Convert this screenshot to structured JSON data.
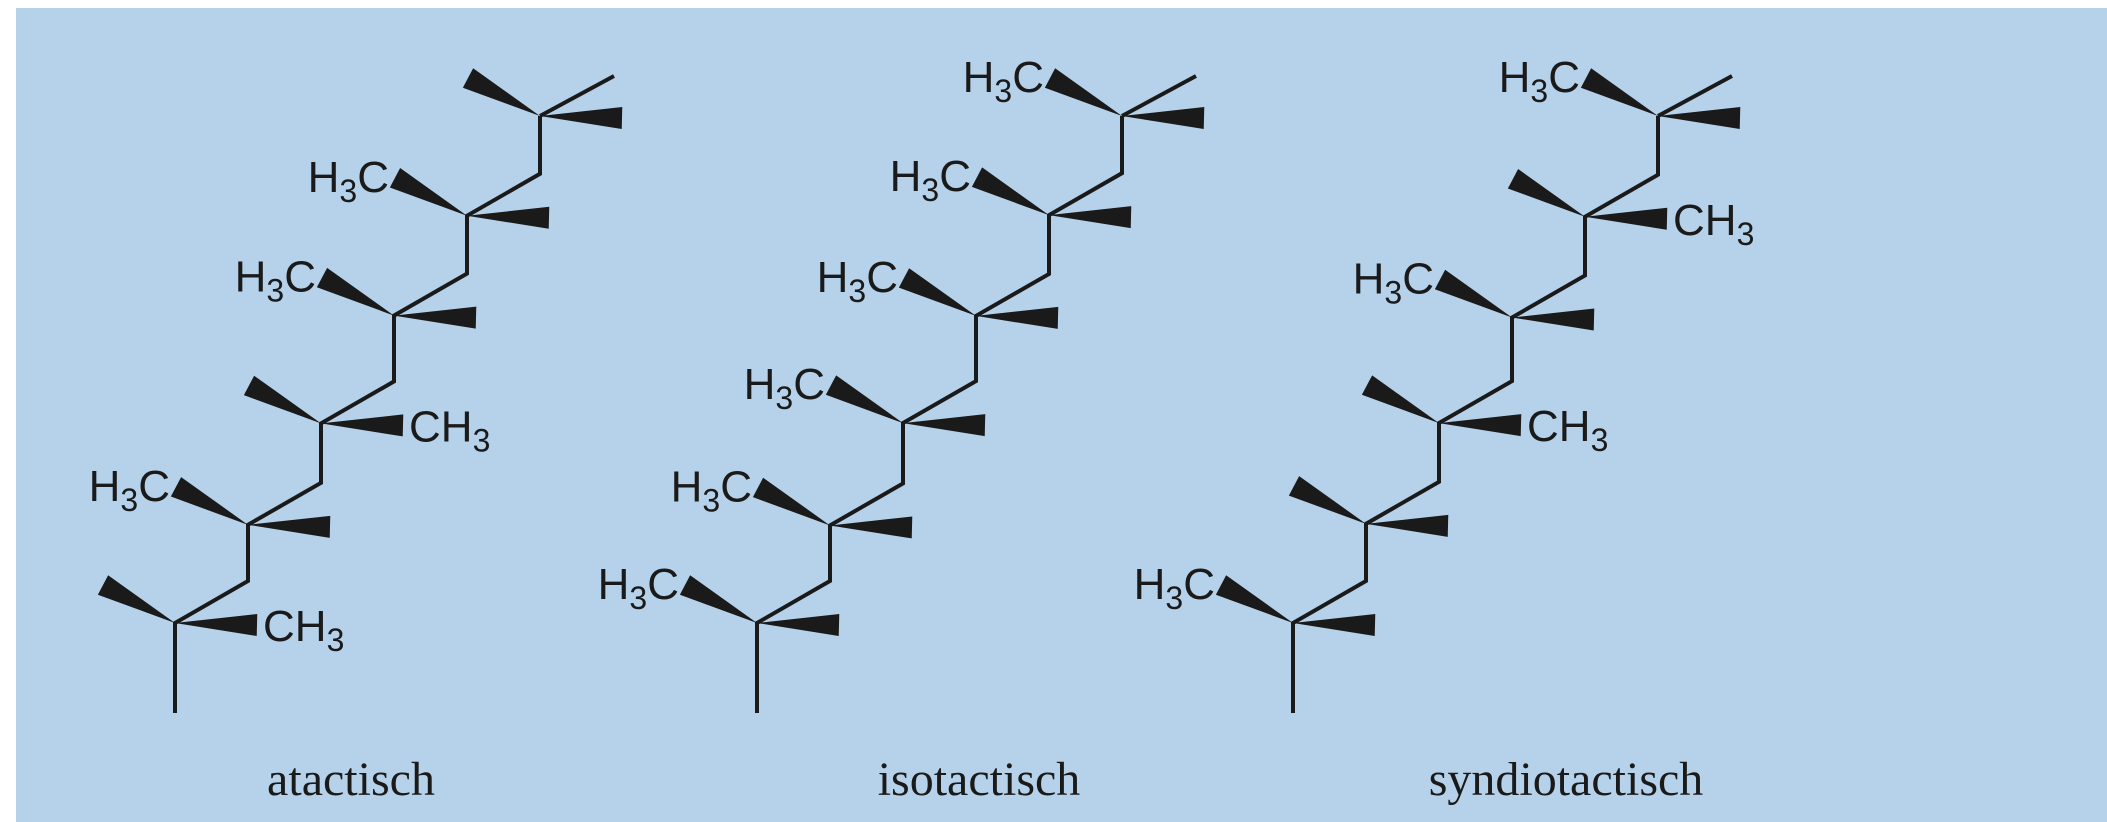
{
  "figure": {
    "colors": {
      "background": "#b6d2ea",
      "ink": "#1a1a1a"
    },
    "groups": {
      "left": "H3C",
      "right": "CH3"
    },
    "structures": [
      {
        "id": "atactic",
        "caption": "atactisch",
        "substituents": [
          {
            "left": "wedge",
            "right": "wedge"
          },
          {
            "left": "H3C",
            "right": "wedge"
          },
          {
            "left": "H3C",
            "right": "wedge"
          },
          {
            "left": "wedge",
            "right": "CH3"
          },
          {
            "left": "H3C",
            "right": "wedge"
          },
          {
            "left": "wedge",
            "right": "CH3"
          }
        ]
      },
      {
        "id": "isotactic",
        "caption": "isotactisch",
        "substituents": [
          {
            "left": "H3C",
            "right": "wedge"
          },
          {
            "left": "H3C",
            "right": "wedge"
          },
          {
            "left": "H3C",
            "right": "wedge"
          },
          {
            "left": "H3C",
            "right": "wedge"
          },
          {
            "left": "H3C",
            "right": "wedge"
          },
          {
            "left": "H3C",
            "right": "wedge"
          }
        ]
      },
      {
        "id": "syndiotactic",
        "caption": "syndiotactisch",
        "substituents": [
          {
            "left": "H3C",
            "right": "wedge"
          },
          {
            "left": "wedge",
            "right": "CH3"
          },
          {
            "left": "H3C",
            "right": "wedge"
          },
          {
            "left": "wedge",
            "right": "CH3"
          },
          {
            "left": "wedge",
            "right": "wedge"
          },
          {
            "left": "H3C",
            "right": "wedge"
          }
        ]
      }
    ]
  }
}
